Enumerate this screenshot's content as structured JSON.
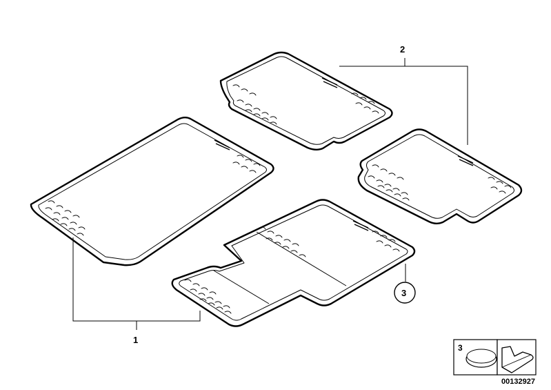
{
  "callouts": [
    {
      "id": "1",
      "label": "1"
    },
    {
      "id": "2",
      "label": "2"
    },
    {
      "id": "3",
      "label": "3"
    }
  ],
  "legend": {
    "item_number": "3",
    "reference_code": "00132927"
  },
  "colors": {
    "line": "#000000",
    "background": "#ffffff"
  },
  "icons": [
    "round-disc-icon",
    "arrow-wedge-icon"
  ]
}
